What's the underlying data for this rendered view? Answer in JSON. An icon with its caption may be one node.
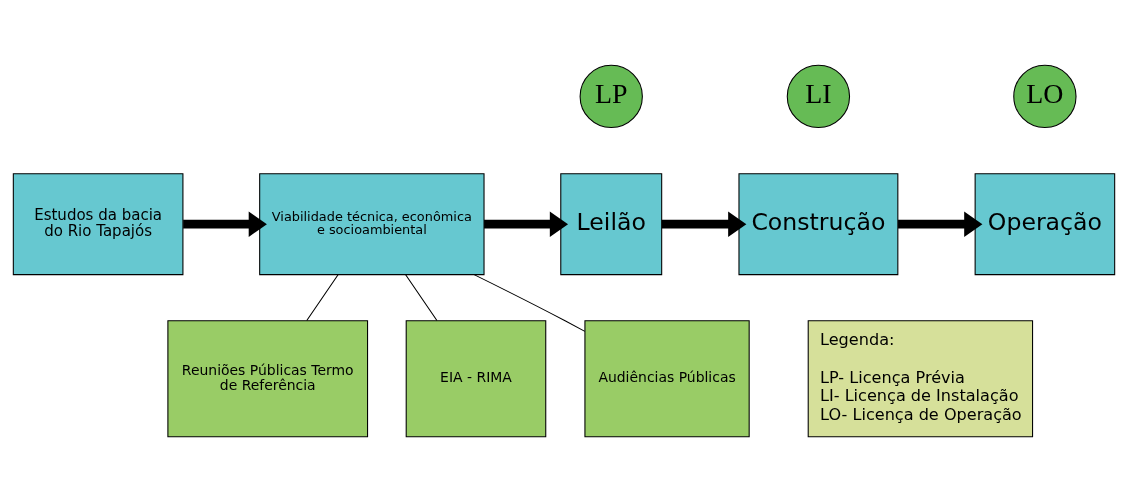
{
  "diagram": {
    "nodes": [
      {
        "text": [
          "Estudos da bacia do Rio Tapajós"
        ]
      },
      {
        "text": [
          "Viabilidade técnica, econômica e socioambiental"
        ]
      },
      {
        "text": [
          "LP"
        ]
      },
      {
        "text": [
          "Leilão"
        ]
      },
      {
        "text": [
          "LI"
        ]
      },
      {
        "text": [
          "Construção"
        ]
      },
      {
        "text": [
          "LO"
        ]
      },
      {
        "text": [
          "Operação"
        ]
      },
      {
        "text": [
          "Reuniões Públicas Termo de Referência"
        ]
      },
      {
        "text": [
          "EIA - RIMA"
        ]
      },
      {
        "text": [
          "Audiências Públicas"
        ]
      },
      {
        "text": [
          "Legenda:",
          "LP- Licença Prévia",
          "LI- Licença de Instalação",
          "LO- Licença de Operação"
        ]
      }
    ],
    "edges": [
      {
        "from": 0,
        "to": 1,
        "arrow": "to"
      },
      {
        "from": 1,
        "to": 3,
        "arrow": "to"
      },
      {
        "from": 3,
        "to": 5,
        "arrow": "to"
      },
      {
        "from": 5,
        "to": 7,
        "arrow": "to"
      },
      {
        "from": 1,
        "to": 8,
        "arrow": "none"
      },
      {
        "from": 1,
        "to": 9,
        "arrow": "none"
      },
      {
        "from": 1,
        "to": 10,
        "arrow": "none"
      }
    ]
  }
}
